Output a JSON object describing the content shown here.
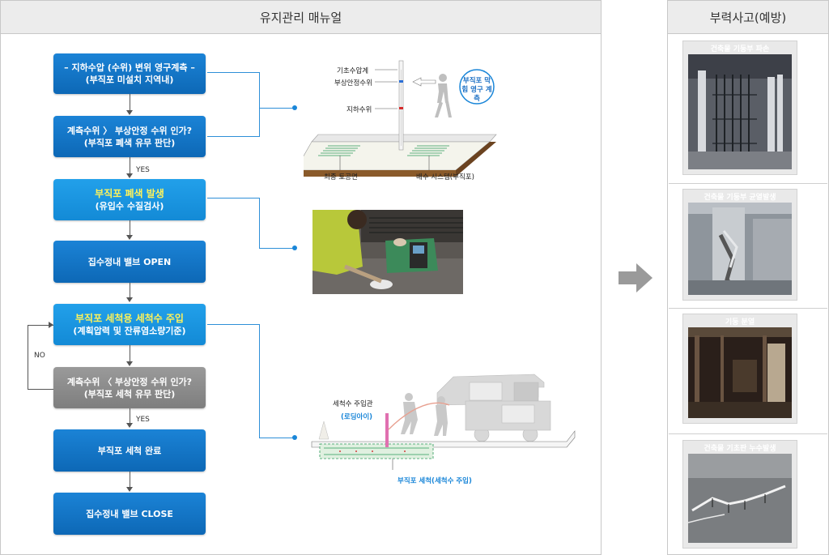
{
  "left_panel": {
    "title": "유지관리 매뉴얼"
  },
  "right_panel": {
    "title": "부력사고(예방)"
  },
  "flow": [
    {
      "line1": "– 지하수압 (수위) 변위 영구계측 –",
      "line2": "(부직포 미설치 지역내)"
    },
    {
      "line1": "계측수위 〉 부상안정 수위 인가?",
      "line2": "(부직포 폐색 유무 판단)"
    },
    {
      "line1": "부직포 폐색 발생",
      "line2": "(유입수 수질검사)"
    },
    {
      "line1": "집수정내 밸브 OPEN"
    },
    {
      "line1": "부직포 세척용 세척수 주입",
      "line2": "(계획압력 및 잔류염소량기준)"
    },
    {
      "line1": "계측수위 〈 부상안정 수위 인가?",
      "line2": "(부직포 세척 유무 판단)"
    },
    {
      "line1": "부직포 세척 완료"
    },
    {
      "line1": "집수정내 밸브 CLOSE"
    }
  ],
  "labels": {
    "yes1": "YES",
    "yes2": "YES",
    "no": "NO"
  },
  "diagram1": {
    "label_top": "기초수압계",
    "label_stable": "부상안정수위",
    "label_gw": "지하수위",
    "bubble": "부직포 막힘 영구 계측",
    "label_final": "최종 토공면",
    "label_drain": "배수 시스템(부직포)"
  },
  "diagram3": {
    "inject_pipe": "세척수 주입관",
    "loading_eye": "(로딩아이)",
    "cleaning": "부직포 세척(세척수 주입)"
  },
  "accidents": [
    {
      "title": "건축물 기둥부 파손"
    },
    {
      "title": "건축물 기둥부 균열발생"
    },
    {
      "title": "기둥 분열"
    },
    {
      "title": "건축물 기초판 누수발생"
    }
  ],
  "colors": {
    "accent": "#1a86d8",
    "box_blue": "#0d68b6",
    "box_gray": "#8a8a8a",
    "highlight": "#fff35a"
  }
}
